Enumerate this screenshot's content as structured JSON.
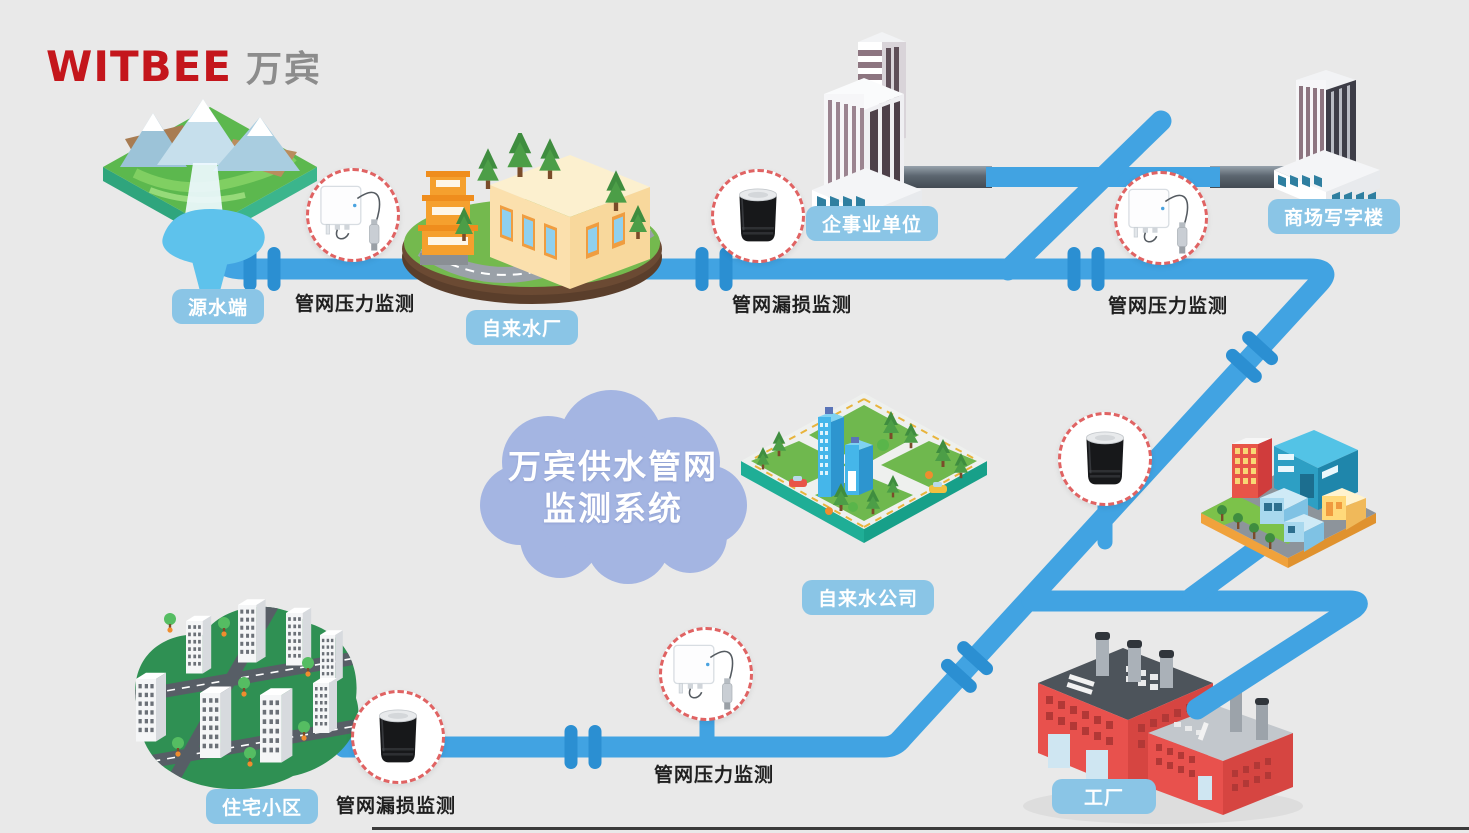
{
  "logo": {
    "brand": "WITBEE",
    "brand_cn": "万宾"
  },
  "cloud": {
    "line1": "万宾供水管网",
    "line2": "监测系统"
  },
  "locations": {
    "source": "源水端",
    "water_plant": "自来水厂",
    "enterprise": "企事业单位",
    "mall_office": "商场写字楼",
    "water_company": "自来水公司",
    "residential": "住宅小区",
    "factory": "工厂"
  },
  "monitors": {
    "pressure_source": "管网压力监测",
    "leak_top": "管网漏损监测",
    "pressure_topright": "管网压力监测",
    "pressure_bottom": "管网压力监测",
    "leak_bottom": "管网漏损监测"
  },
  "icons": {
    "pressure_device": "pressure-sensor-device",
    "leak_device": "leak-logger-device"
  },
  "colors": {
    "background": "#e9e9e9",
    "pipe_blue": "#41a3e2",
    "pipe_connector": "#2b8fd2",
    "pipe_gray": "#5c666f",
    "chip_bg": "#8ac5e6",
    "cloud_blue": "#a4b5e2",
    "dashed_circle": "#e06363",
    "logo_red": "#c4161c",
    "logo_gray": "#8c8c8c"
  }
}
